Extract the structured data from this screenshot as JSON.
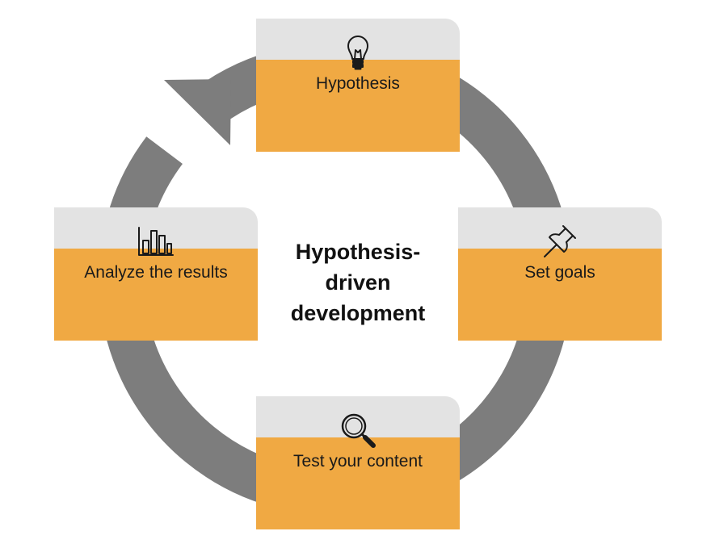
{
  "colors": {
    "ring": "#7d7d7d",
    "card_tab": "#e3e3e3",
    "card_body": "#f0a943",
    "text": "#1a1a1a"
  },
  "center": {
    "line1": "Hypothesis-",
    "line2": "driven",
    "line3": "development"
  },
  "steps": [
    {
      "label": "Hypothesis",
      "icon": "lightbulb-icon"
    },
    {
      "label": "Set goals",
      "icon": "pushpin-icon"
    },
    {
      "label": "Test your content",
      "icon": "magnifying-glass-icon"
    },
    {
      "label": "Analyze the results",
      "icon": "bar-chart-icon"
    }
  ]
}
